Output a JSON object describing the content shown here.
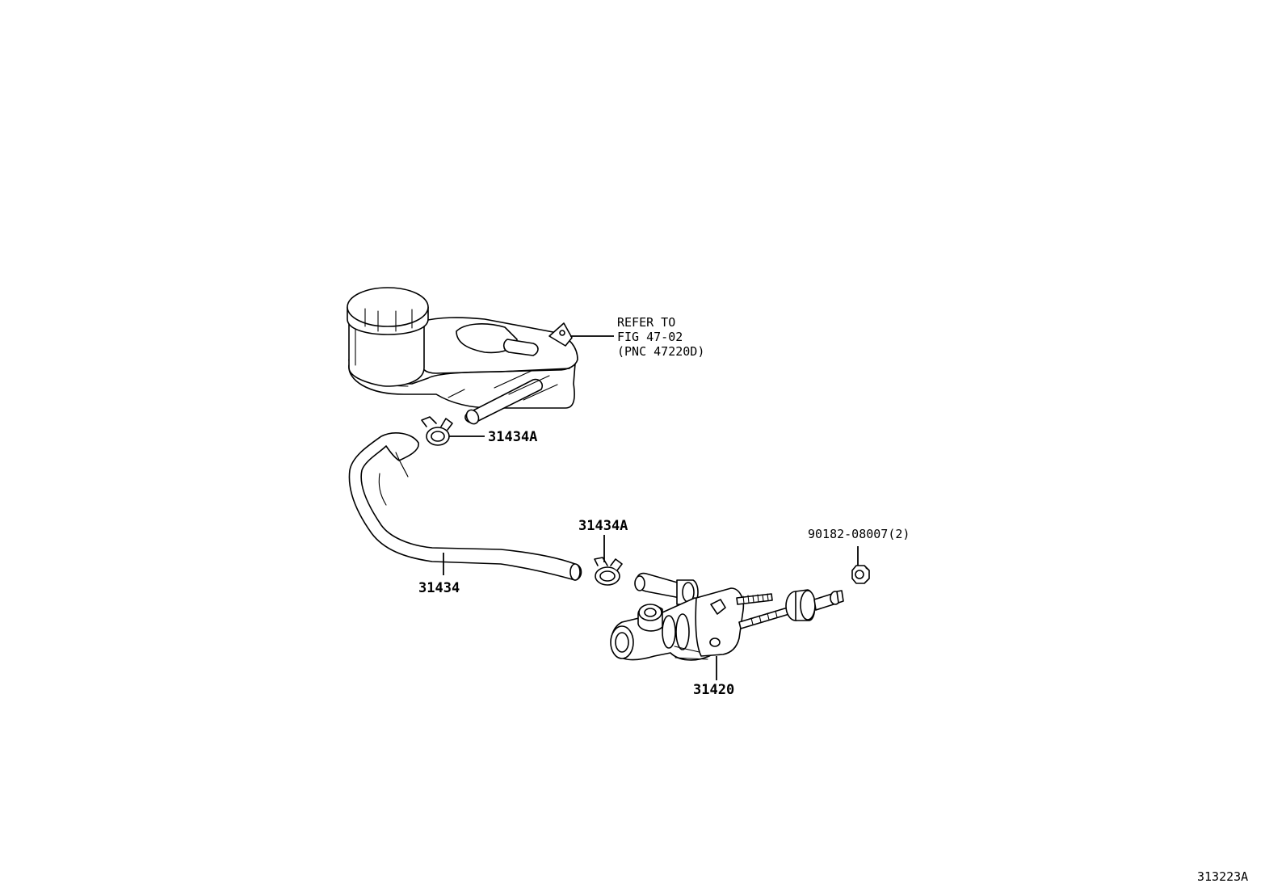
{
  "diagram_id": "313223A",
  "reference_note": {
    "line1": "REFER TO",
    "line2": "FIG 47-02",
    "line3": "(PNC 47220D)"
  },
  "callouts": {
    "clamp_upper": "31434A",
    "clamp_lower": "31434A",
    "hose": "31434",
    "master_cylinder": "31420",
    "nut": "90182-08007(2)"
  }
}
